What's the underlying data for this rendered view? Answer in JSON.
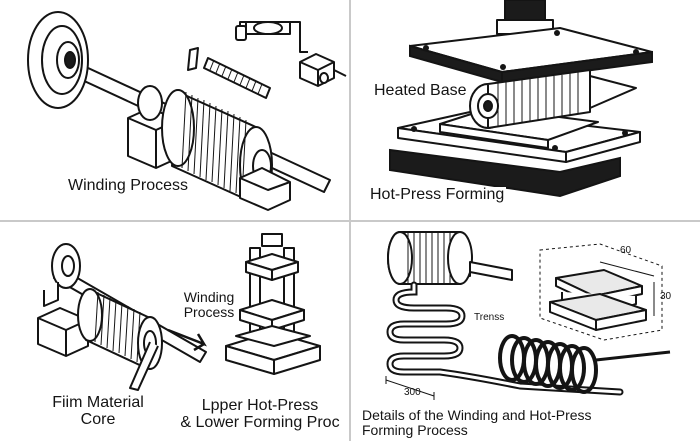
{
  "panels": {
    "top_left": {
      "caption": "Winding Process"
    },
    "top_right": {
      "heated_base_label": "Heated Base",
      "caption": "Hot-Press Forming"
    },
    "bottom_left": {
      "core_label_line1": "Fiim Material",
      "core_label_line2": "Core",
      "arrow_label_line1": "Winding",
      "arrow_label_line2": "Process",
      "press_label_line1": "Lpper Hot-Press",
      "press_label_line2": "& Lower Forming Proc"
    },
    "bottom_right": {
      "coil_label": "Trenss",
      "dim_length": "300",
      "dim_width": "60",
      "dim_height": "30",
      "caption_line1": "Details of the Winding and Hot-Press",
      "caption_line2": "Forming Process"
    }
  },
  "colors": {
    "ink": "#141414",
    "divider": "#c9c9c9",
    "background": "#ffffff"
  }
}
